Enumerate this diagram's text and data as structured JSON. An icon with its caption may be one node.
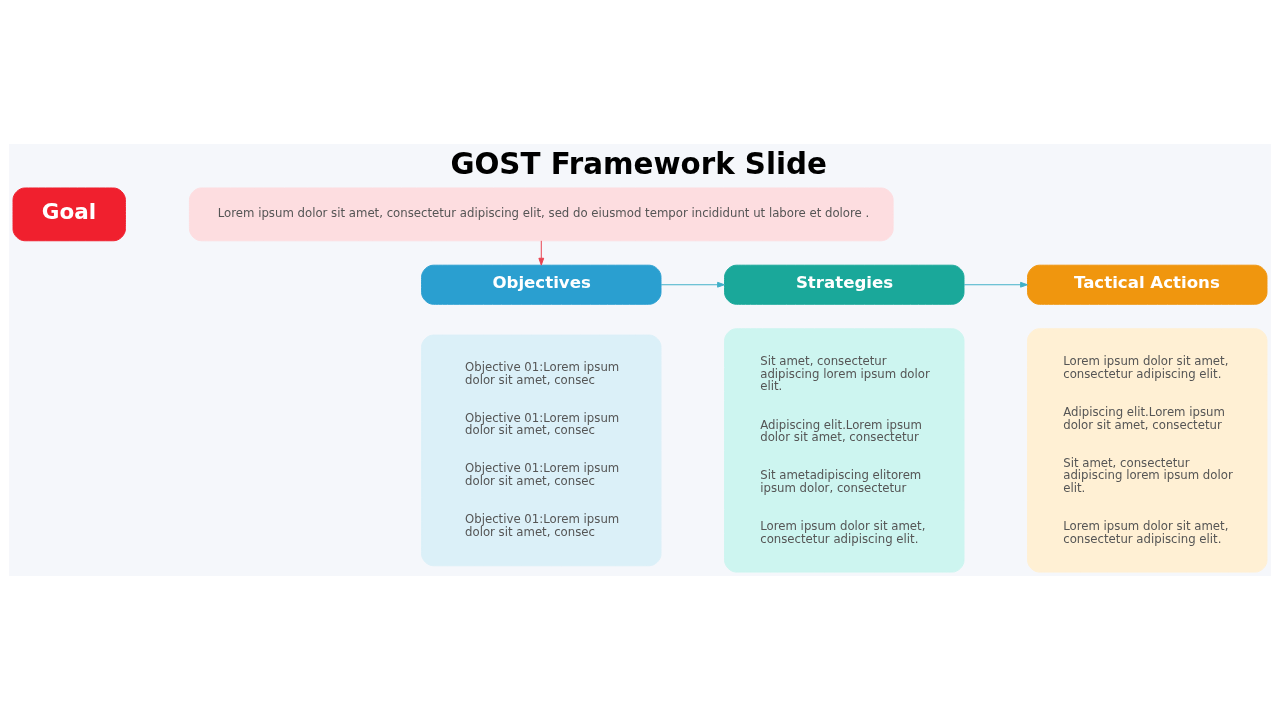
{
  "diagram": {
    "title": "GOST Framework Slide",
    "nodes": [
      {
        "text": [
          "Goal"
        ]
      },
      {
        "text": [
          "Lorem ipsum dolor sit amet, consectetur adipiscing elit, sed do eiusmod tempor incididunt ut labore et dolore ."
        ]
      },
      {
        "text": [
          "Objectives"
        ]
      },
      {
        "text": [
          "Objective 01:Lorem ipsum dolor sit amet, consec",
          "Objective 01:Lorem ipsum dolor sit amet, consec",
          "Objective 01:Lorem ipsum dolor sit amet, consec",
          "Objective 01:Lorem ipsum dolor sit amet, consec"
        ]
      },
      {
        "text": [
          "Strategies"
        ]
      },
      {
        "text": [
          "Sit amet, consectetur adipiscing lorem ipsum dolor elit.",
          "Adipiscing elit.Lorem ipsum dolor sit amet, consectetur",
          "Sit ametadipiscing elitorem ipsum dolor, consectetur",
          "Lorem ipsum dolor sit amet, consectetur adipiscing elit."
        ]
      },
      {
        "text": [
          "Tactical Actions"
        ]
      },
      {
        "text": [
          "Lorem ipsum dolor sit amet, consectetur adipiscing elit.",
          "Adipiscing elit.Lorem ipsum dolor sit amet, consectetur",
          "Sit amet, consectetur adipiscing lorem ipsum dolor elit.",
          "Lorem ipsum dolor sit amet, consectetur adipiscing elit."
        ]
      }
    ],
    "edges": [
      {
        "from": 1,
        "to": 2,
        "arrow": "to",
        "color": "#e8424f"
      },
      {
        "from": 2,
        "to": 4,
        "arrow": "to"
      },
      {
        "from": 4,
        "to": 6,
        "arrow": "to"
      }
    ]
  }
}
